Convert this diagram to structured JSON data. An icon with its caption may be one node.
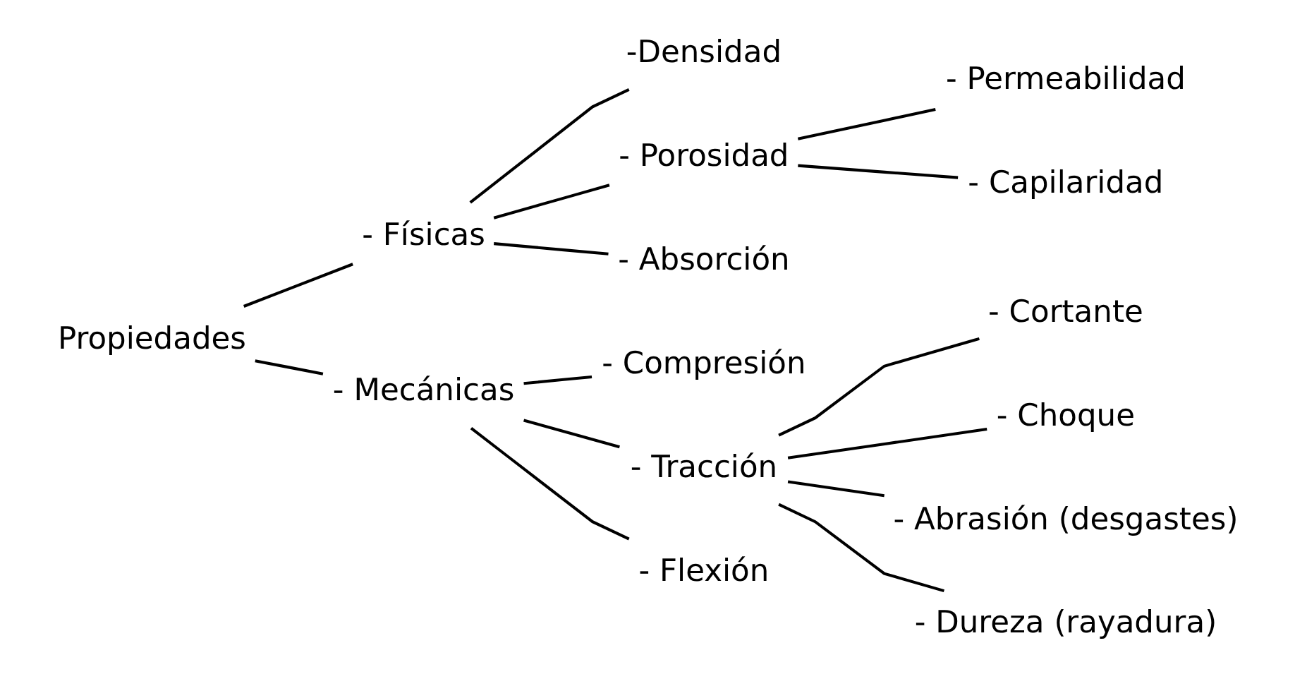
{
  "diagram": {
    "nodes": [
      {
        "text": [
          "Propiedades"
        ]
      },
      {
        "text": [
          "- Físicas"
        ]
      },
      {
        "text": [
          "- Mecánicas"
        ]
      },
      {
        "text": [
          "-Densidad"
        ]
      },
      {
        "text": [
          "- Porosidad"
        ]
      },
      {
        "text": [
          "- Absorción"
        ]
      },
      {
        "text": [
          "- Permeabilidad"
        ]
      },
      {
        "text": [
          "- Capilaridad"
        ]
      },
      {
        "text": [
          "- Compresión"
        ]
      },
      {
        "text": [
          "- Tracción"
        ]
      },
      {
        "text": [
          "- Flexión"
        ]
      },
      {
        "text": [
          "- Cortante"
        ]
      },
      {
        "text": [
          "- Choque"
        ]
      },
      {
        "text": [
          "- Abrasión (desgastes)"
        ]
      },
      {
        "text": [
          "- Dureza (rayadura)"
        ]
      }
    ],
    "edges": [
      {
        "from": 0,
        "to": 1,
        "arrow": "none"
      },
      {
        "from": 0,
        "to": 2,
        "arrow": "none"
      },
      {
        "from": 1,
        "to": 3,
        "arrow": "none"
      },
      {
        "from": 1,
        "to": 4,
        "arrow": "none"
      },
      {
        "from": 1,
        "to": 5,
        "arrow": "none"
      },
      {
        "from": 4,
        "to": 6,
        "arrow": "none"
      },
      {
        "from": 4,
        "to": 7,
        "arrow": "none"
      },
      {
        "from": 2,
        "to": 8,
        "arrow": "none"
      },
      {
        "from": 2,
        "to": 9,
        "arrow": "none"
      },
      {
        "from": 2,
        "to": 10,
        "arrow": "none"
      },
      {
        "from": 9,
        "to": 11,
        "arrow": "none"
      },
      {
        "from": 9,
        "to": 12,
        "arrow": "none"
      },
      {
        "from": 9,
        "to": 13,
        "arrow": "none"
      },
      {
        "from": 9,
        "to": 14,
        "arrow": "none"
      }
    ]
  }
}
